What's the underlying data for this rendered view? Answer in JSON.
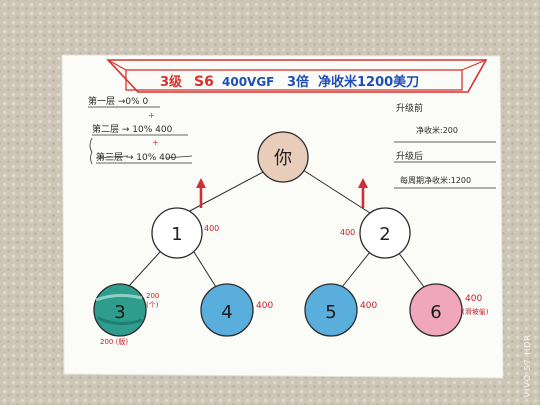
{
  "title": {
    "part1": "3级",
    "part2": "S6",
    "part3": "400VGF",
    "part4": "3倍",
    "part5": "净收米1200美刀"
  },
  "left_notes": {
    "line1": "第一层 →0% 0",
    "plus1": "+",
    "line2": "第二层 → 10% 400",
    "plus2": "+",
    "line3": "第三层 → 10% 400"
  },
  "right_notes": {
    "upgrade_before": "升级前",
    "income_before": "净收米:200",
    "upgrade_after": "升级后",
    "income_after": "每周期净收米:1200"
  },
  "nodes": {
    "you": "你",
    "n1": "1",
    "n2": "2",
    "n3": "3",
    "n4": "4",
    "n5": "5",
    "n6": "6"
  },
  "amounts": {
    "n1": "400",
    "n2": "400",
    "n3_a": "200",
    "n3_b": "(个)",
    "n3_bottom": "200 (版)",
    "n4": "400",
    "n5": "400",
    "n6_a": "400",
    "n6_b": "(滑坡偷)"
  },
  "watermark": "VIVO S7  HDR",
  "colors": {
    "title_red": "#d8322c",
    "title_blue": "#1e4fb8",
    "arrow": "#c9303a",
    "you_fill": "#e9cdbb",
    "n3_fill": "#2f9d8d",
    "n4_fill": "#5aaedc",
    "n5_fill": "#5aaedc",
    "n6_fill": "#f0a6bd"
  }
}
